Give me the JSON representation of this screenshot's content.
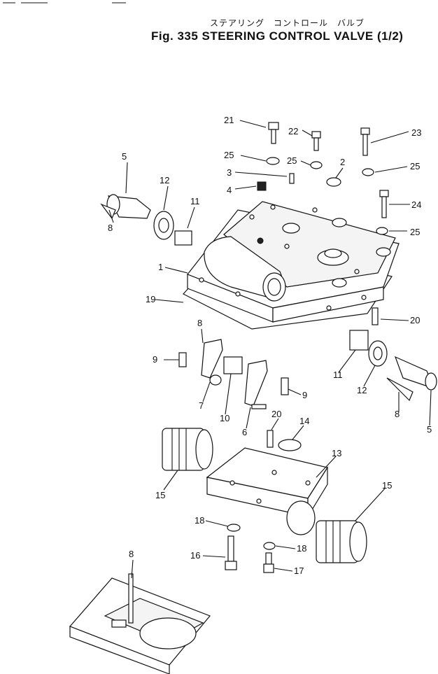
{
  "header": {
    "title_jp": "ステアリング　コントロール　バルブ",
    "title_en": "Fig. 335  STEERING  CONTROL  VALVE (1/2)"
  },
  "callouts": [
    "21",
    "22",
    "23",
    "25",
    "25",
    "2",
    "25",
    "3",
    "4",
    "24",
    "25",
    "5",
    "12",
    "11",
    "8",
    "1",
    "19",
    "20",
    "8",
    "9",
    "7",
    "10",
    "6",
    "9",
    "11",
    "12",
    "8",
    "5",
    "20",
    "14",
    "13",
    "15",
    "15",
    "18",
    "16",
    "18",
    "17",
    "8"
  ]
}
